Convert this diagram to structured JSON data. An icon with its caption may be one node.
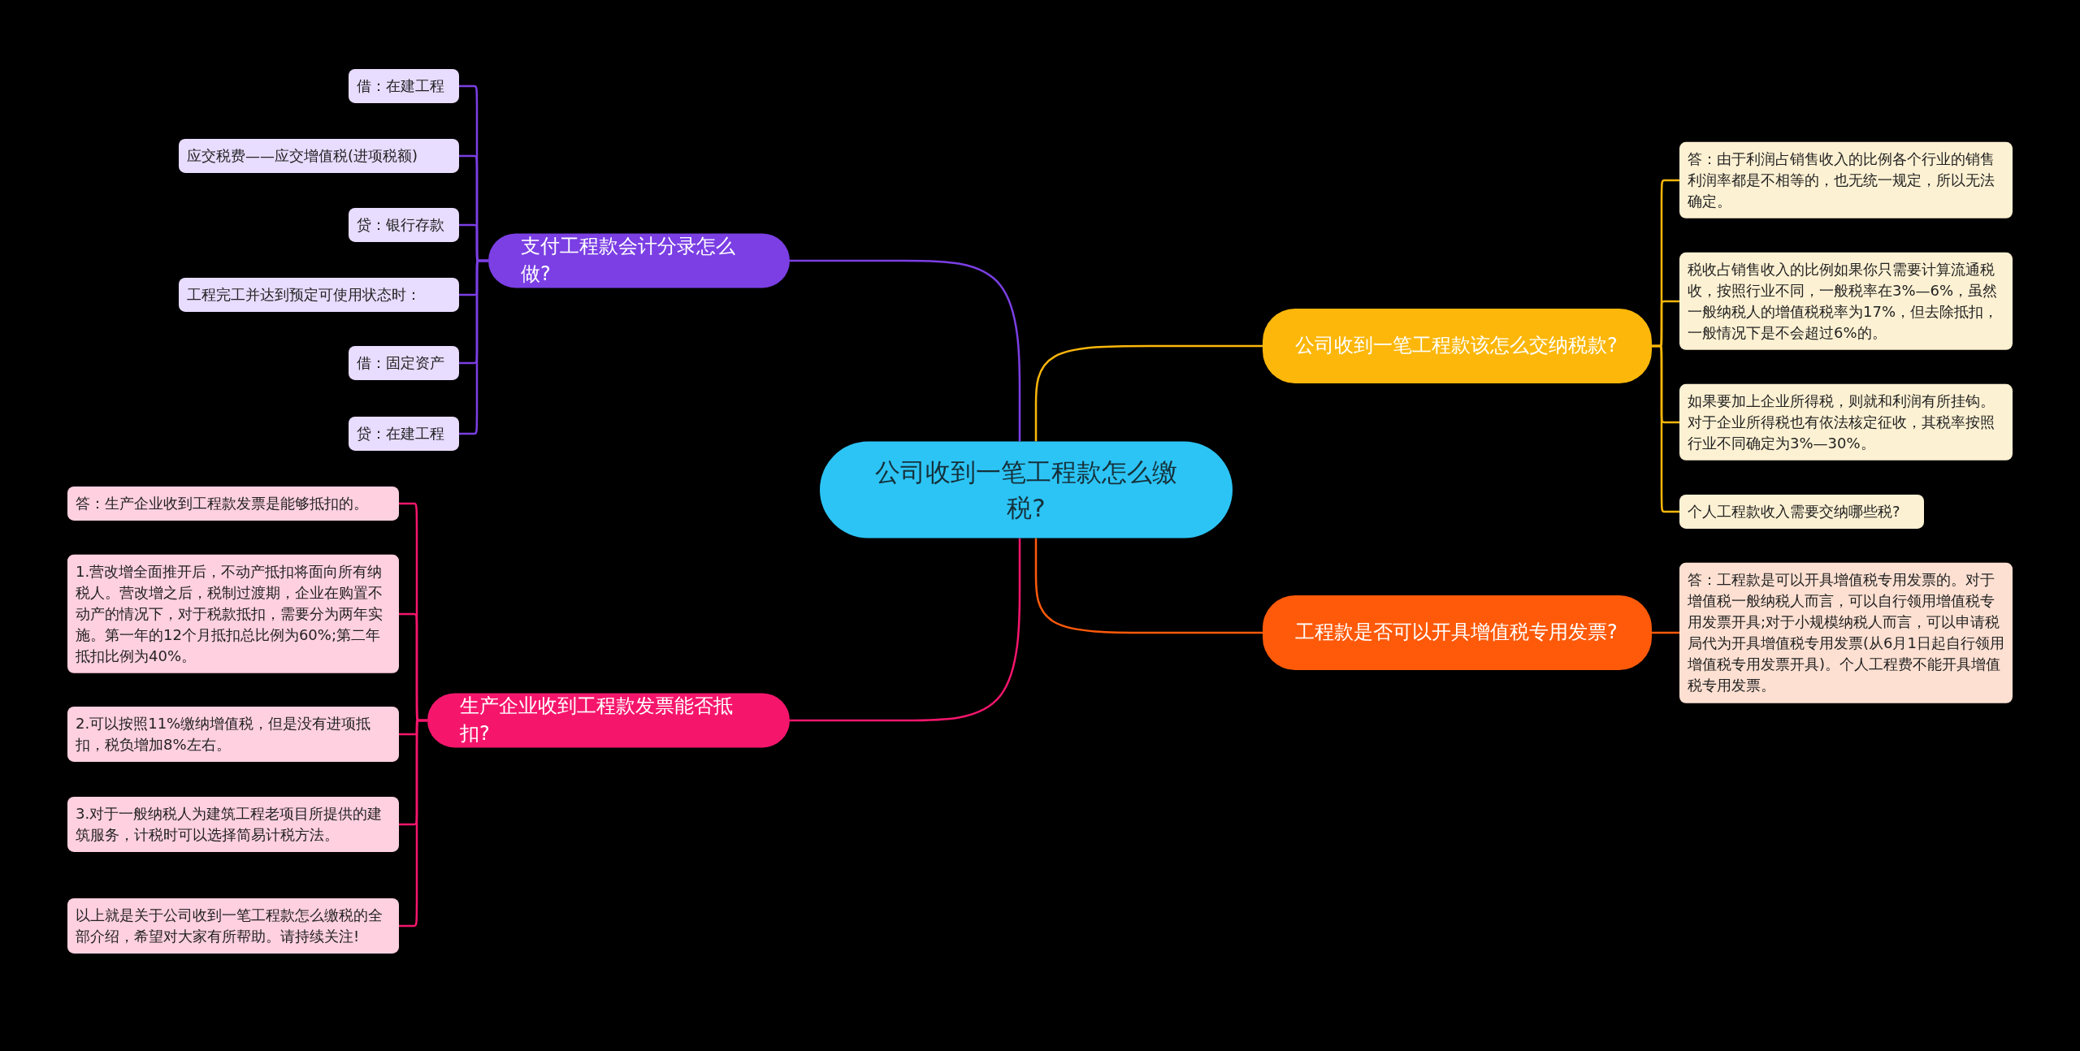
{
  "diagram": {
    "nodes": [
      {
        "text": [
          "公司收到一笔工程款怎么缴税?"
        ]
      },
      {
        "text": [
          "支付工程款会计分录怎么做?"
        ]
      },
      {
        "text": [
          "借：在建工程"
        ]
      },
      {
        "text": [
          "应交税费——应交增值税(进项税额)"
        ]
      },
      {
        "text": [
          "贷：银行存款"
        ]
      },
      {
        "text": [
          "工程完工并达到预定可使用状态时："
        ]
      },
      {
        "text": [
          "借：固定资产"
        ]
      },
      {
        "text": [
          "贷：在建工程"
        ]
      },
      {
        "text": [
          "生产企业收到工程款发票能否抵扣?"
        ]
      },
      {
        "text": [
          "答：生产企业收到工程款发票是能够抵扣的。"
        ]
      },
      {
        "text": [
          "1.营改增全面推开后，不动产抵扣将面向所有纳税人。营改增之后，税制过渡期，企业在购置不动产的情况下，对于税款抵扣，需要分为两年实施。第一年的12个月抵扣总比例为60%;第二年抵扣比例为40%。"
        ]
      },
      {
        "text": [
          "2.可以按照11%缴纳增值税，但是没有进项抵扣，税负增加8%左右。"
        ]
      },
      {
        "text": [
          "3.对于一般纳税人为建筑工程老项目所提供的建筑服务，计税时可以选择简易计税方法。"
        ]
      },
      {
        "text": [
          "以上就是关于公司收到一笔工程款怎么缴税的全部介绍，希望对大家有所帮助。请持续关注!"
        ]
      },
      {
        "text": [
          "公司收到一笔工程款该怎么交纳税款?"
        ]
      },
      {
        "text": [
          "答：由于利润占销售收入的比例各个行业的销售利润率都是不相等的，也无统一规定，所以无法确定。"
        ]
      },
      {
        "text": [
          "税收占销售收入的比例如果你只需要计算流通税收，按照行业不同，一般税率在3%—6%，虽然一般纳税人的增值税税率为17%，但去除抵扣，一般情况下是不会超过6%的。"
        ]
      },
      {
        "text": [
          "如果要加上企业所得税，则就和利润有所挂钩。对于企业所得税也有依法核定征收，其税率按照行业不同确定为3%—30%。"
        ]
      },
      {
        "text": [
          "个人工程款收入需要交纳哪些税?"
        ]
      },
      {
        "text": [
          "工程款是否可以开具增值税专用发票?"
        ]
      },
      {
        "text": [
          "答：工程款是可以开具增值税专用发票的。对于增值税一般纳税人而言，可以自行领用增值税专用发票开具;对于小规模纳税人而言，可以申请税局代为开具增值税专用发票(从6月1日起自行领用增值税专用发票开具)。个人工程费不能开具增值税专用发票。"
        ]
      }
    ],
    "edges": [
      {
        "from": 0,
        "to": 1,
        "arrow": "none",
        "color": "#7b3fe4"
      },
      {
        "from": 1,
        "to": 2,
        "arrow": "none",
        "color": "#7b3fe4"
      },
      {
        "from": 1,
        "to": 3,
        "arrow": "none",
        "color": "#7b3fe4"
      },
      {
        "from": 1,
        "to": 4,
        "arrow": "none",
        "color": "#7b3fe4"
      },
      {
        "from": 1,
        "to": 5,
        "arrow": "none",
        "color": "#7b3fe4"
      },
      {
        "from": 1,
        "to": 6,
        "arrow": "none",
        "color": "#7b3fe4"
      },
      {
        "from": 1,
        "to": 7,
        "arrow": "none",
        "color": "#7b3fe4"
      },
      {
        "from": 0,
        "to": 8,
        "arrow": "none",
        "color": "#f5166c"
      },
      {
        "from": 8,
        "to": 9,
        "arrow": "none",
        "color": "#f5166c"
      },
      {
        "from": 8,
        "to": 10,
        "arrow": "none",
        "color": "#f5166c"
      },
      {
        "from": 8,
        "to": 11,
        "arrow": "none",
        "color": "#f5166c"
      },
      {
        "from": 8,
        "to": 12,
        "arrow": "none",
        "color": "#f5166c"
      },
      {
        "from": 8,
        "to": 13,
        "arrow": "none",
        "color": "#f5166c"
      },
      {
        "from": 0,
        "to": 14,
        "arrow": "none",
        "color": "#fcb70a"
      },
      {
        "from": 14,
        "to": 15,
        "arrow": "none",
        "color": "#fcb70a"
      },
      {
        "from": 14,
        "to": 16,
        "arrow": "none",
        "color": "#fcb70a"
      },
      {
        "from": 14,
        "to": 17,
        "arrow": "none",
        "color": "#fcb70a"
      },
      {
        "from": 14,
        "to": 18,
        "arrow": "none",
        "color": "#fcb70a"
      },
      {
        "from": 0,
        "to": 19,
        "arrow": "none",
        "color": "#fe5a0a"
      },
      {
        "from": 19,
        "to": 20,
        "arrow": "none",
        "color": "#fe5a0a"
      }
    ]
  }
}
